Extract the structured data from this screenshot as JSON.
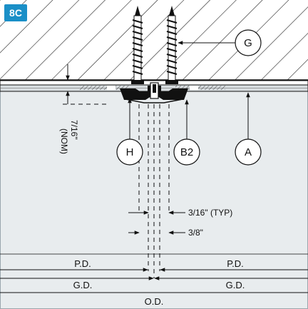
{
  "diagram": {
    "tag": "8C",
    "callouts": {
      "g": "G",
      "h": "H",
      "b2": "B2",
      "a": "A"
    },
    "dimensions": {
      "nominal_value": "7/16\"",
      "nominal_note": "(NOM)",
      "gap_typ": "3/16\" (TYP)",
      "width": "3/8\"",
      "pd_left": "P.D.",
      "pd_right": "P.D.",
      "gd_left": "G.D.",
      "gd_right": "G.D.",
      "od": "O.D."
    },
    "colors": {
      "tag_background": "#1a8fc7",
      "background": "#e8ecee",
      "line": "#111111"
    }
  }
}
